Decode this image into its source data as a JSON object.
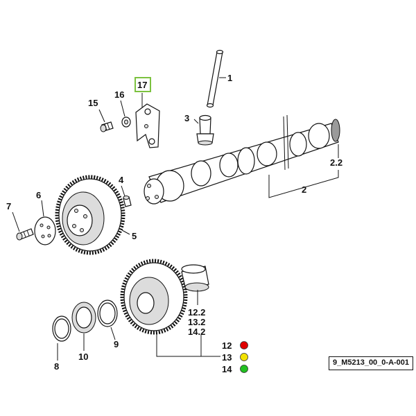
{
  "callouts": {
    "c1": "1",
    "c2": "2",
    "c2_2": "2.2",
    "c3": "3",
    "c4": "4",
    "c5": "5",
    "c6": "6",
    "c7": "7",
    "c8": "8",
    "c9": "9",
    "c10": "10",
    "c12": "12",
    "c13": "13",
    "c14": "14",
    "c12_2": "12.2",
    "c13_2": "13.2",
    "c14_2": "14.2",
    "c15": "15",
    "c16": "16",
    "c17": "17"
  },
  "status_dots": {
    "red": "#e00000",
    "yellow": "#f2e200",
    "green": "#22c021"
  },
  "highlight_color": "#7cc23f",
  "reference_code": "9_M5213_00_0-A-001"
}
